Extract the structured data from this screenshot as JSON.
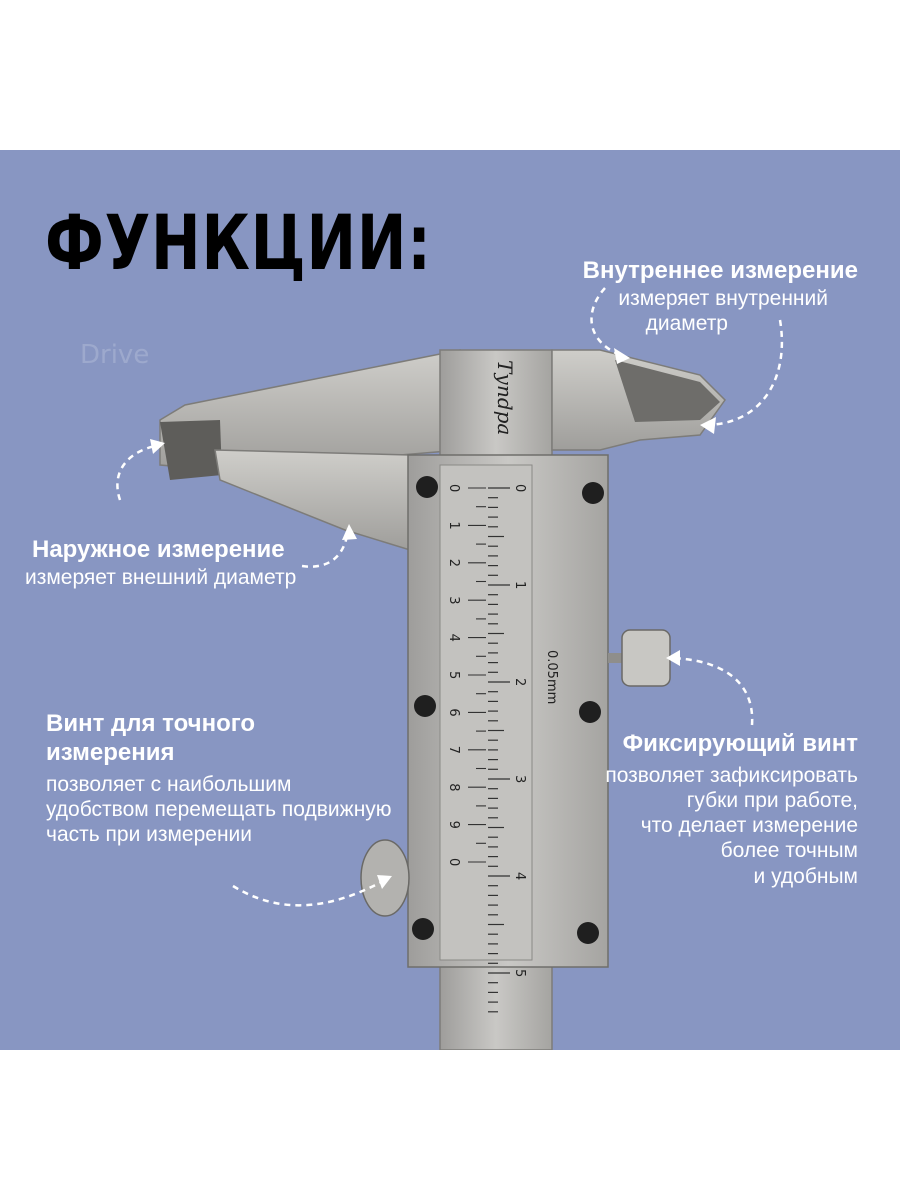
{
  "title": "ФУНКЦИИ:",
  "brand": "Туndра",
  "scale_unit": "0.05mm",
  "main_scale_numbers": [
    "0",
    "1",
    "2",
    "3",
    "4",
    "5"
  ],
  "vernier_numbers": [
    "0",
    "1",
    "2",
    "3",
    "4",
    "5",
    "6",
    "7",
    "8",
    "9",
    "0"
  ],
  "labels": {
    "inner": {
      "heading": "Внутреннее измерение",
      "desc_1": "измеряет внутренний",
      "desc_2": "диаметр"
    },
    "outer": {
      "heading": "Наружное измерение",
      "desc_1": "измеряет внешний диаметр"
    },
    "fine_screw": {
      "heading_1": "Винт для точного",
      "heading_2": "измерения",
      "desc_1": "позволяет с наибольшим",
      "desc_2": "удобством перемещать подвижную",
      "desc_3": "часть при измерении"
    },
    "lock_screw": {
      "heading": "Фиксирующий винт",
      "desc_1": "позволяет зафиксировать",
      "desc_2": "губки при работе,",
      "desc_3": "что делает измерение",
      "desc_4": "более точным",
      "desc_5": "и удобным"
    }
  },
  "colors": {
    "panel": "#8896c2",
    "text": "#ffffff",
    "title": "#000000",
    "steel": "#b9b8b6"
  }
}
